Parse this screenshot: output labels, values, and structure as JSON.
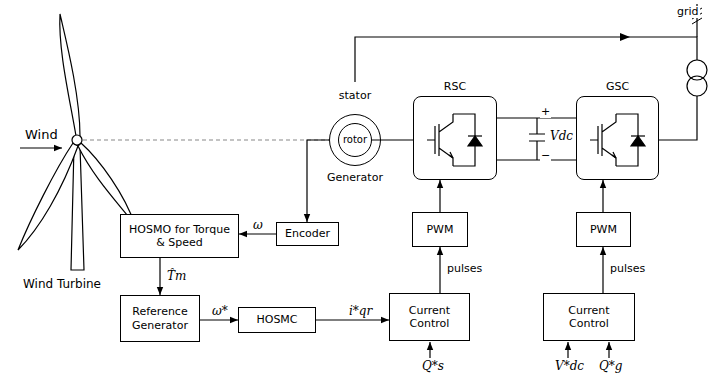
{
  "diagram": {
    "nodes": [
      {
        "text": [
          "HOSMO for Torque & Speed"
        ]
      },
      {
        "text": [
          "Encoder"
        ]
      },
      {
        "text": [
          "Reference Generator"
        ]
      },
      {
        "text": [
          "HOSMC"
        ]
      },
      {
        "text": [
          "Current Control"
        ]
      },
      {
        "text": [
          "PWM"
        ]
      },
      {
        "text": [
          "RSC"
        ]
      },
      {
        "text": [
          "PWM"
        ]
      },
      {
        "text": [
          "Current Control"
        ]
      },
      {
        "text": [
          "GSC"
        ]
      },
      {
        "text": [
          "stator",
          "Generator"
        ]
      },
      {
        "text": [
          "rotor"
        ],
        "in": 10
      }
    ],
    "edges": [
      {
        "from": 1,
        "to": 0,
        "arrow": "to",
        "label": "ω"
      },
      {
        "from": 0,
        "to": 2,
        "arrow": "to",
        "label": "T̂m"
      },
      {
        "from": 2,
        "to": 3,
        "arrow": "to",
        "label": "ω*"
      },
      {
        "from": 3,
        "to": 4,
        "arrow": "to",
        "label": "i*qr"
      },
      {
        "from": 4,
        "to": 5,
        "arrow": "to",
        "label": "pulses"
      },
      {
        "from": 5,
        "to": 6,
        "arrow": "to"
      },
      {
        "from": 8,
        "to": 7,
        "arrow": "to",
        "label": "pulses"
      },
      {
        "from": 7,
        "to": 9,
        "arrow": "to"
      },
      {
        "from": 10,
        "to": 1,
        "arrow": "to"
      },
      {
        "from": 11,
        "to": 6,
        "arrow": "none"
      },
      {
        "from": 6,
        "to": 9,
        "arrow": "none"
      },
      {
        "from": 6,
        "to": 9,
        "arrow": "none"
      }
    ],
    "labels": [
      "Wind",
      "Wind Turbine",
      "grid",
      "+",
      "Vdc",
      "−",
      "Q*s",
      "V*dc",
      "Q*g"
    ]
  }
}
